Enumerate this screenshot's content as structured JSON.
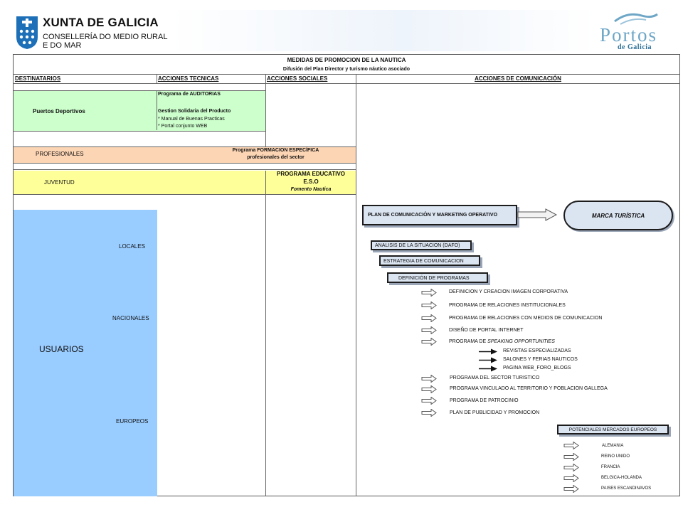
{
  "header": {
    "org_name": "XUNTA DE GALICIA",
    "org_sub": "CONSELLERÍA DO MEDIO RURAL\nE DO MAR",
    "partner_logo_word": "Portos",
    "partner_logo_sub": "de Galicia"
  },
  "table": {
    "title": "MEDIDAS DE PROMOCION DE LA NAUTICA",
    "subtitle": "Difusión del Plan Director y turismo náutico asociado",
    "columns": [
      "DESTINATARIOS",
      "ACCIONES TECNICAS",
      "ACCIONES SOCIALES",
      "ACCIONES DE COMUNICACIÓN"
    ],
    "puertos": {
      "label": "Puertos Deportivos",
      "program": "Programa de AUDITORIAS",
      "gestion": "Gestion Solidaria del Producto",
      "items": [
        "* Manual de Buenas Practicas",
        "* Portal conjunto WEB"
      ]
    },
    "profesionales": {
      "label": "PROFESIONALES",
      "program_line1": "Programa FORMACION ESPECÍFICA",
      "program_line2": "profesionales del sector"
    },
    "juventud": {
      "label": "JUVENTUD",
      "line1": "PROGRAMA EDUCATIVO",
      "line2": "E.S.O",
      "line3": "Fomento Nautica"
    },
    "usuarios": {
      "label": "USUARIOS",
      "locales": "LOCALES",
      "nacionales": "NACIONALES",
      "europeos": "EUROPEOS"
    }
  },
  "communication": {
    "plan": "PLAN DE COMUNICACIÓN Y MARKETING OPERATIVO",
    "marca": "MARCA TURÍSTICA",
    "steps": [
      "ANALISIS DE LA SITUACION (DAFO)",
      "ESTRATEGIA DE COMUNICACION",
      "DEFINICIÓN DE PROGRAMAS"
    ],
    "programs": [
      "DEFINICION Y CREACION IMAGEN CORPORATIVA",
      "PROGRAMA DE RELACIONES INSTITUCIONALES",
      "PROGRAMA DE RELACIONES CON MEDIOS DE COMUNICACION",
      "DISEÑO DE PORTAL INTERNET"
    ],
    "speaking_prefix": "PROGRAMA DE ",
    "speaking_em": "SPEAKING OPPORTUNITIES",
    "speaking_items": [
      "REVISTAS ESPECIALIZADAS",
      "SALONES Y FERIAS NAUTICOS",
      "PAGINA WEB_FORO_BLOGS"
    ],
    "programs2": [
      "PROGRAMA DEL SECTOR TURISTICO",
      "PROGRAMA VINCULADO AL TERRITORIO Y POBLACION GALLEGA",
      "PROGRAMA DE PATROCINIO",
      "PLAN DE PUBLICIDAD Y PROMOCION"
    ],
    "markets_title": "POTENCIALES MERCADOS EUROPEOS",
    "markets": [
      "ALEMANIA",
      "REINO UNIDO",
      "FRANCIA",
      "BELGICA-HOLANDA",
      "PAISES ESCANDINAVOS"
    ]
  },
  "colors": {
    "green": "#ccffcc",
    "orange": "#fcd5b4",
    "yellow": "#ffff99",
    "blue": "#99ccff",
    "box": "#dbe4f1"
  }
}
